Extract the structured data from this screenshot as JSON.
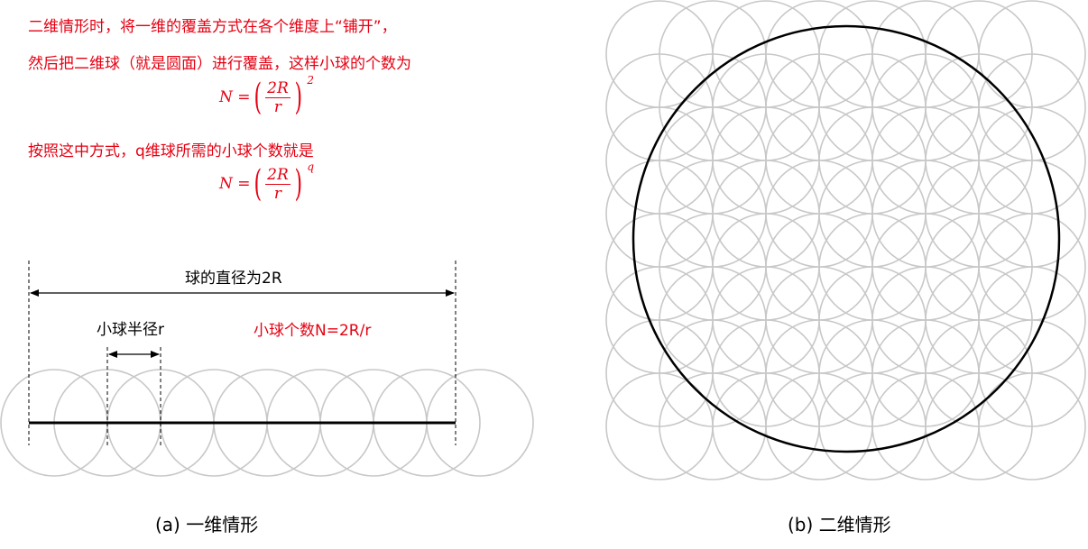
{
  "notes": {
    "line1": "二维情形时，将一维的覆盖方式在各个维度上“铺开”，",
    "line2": "然后把二维球（就是圆面）进行覆盖，这样小球的个数为",
    "formula1": {
      "lhs": "N =",
      "numerator": "2R",
      "denominator": "r",
      "exponent": "2"
    },
    "line3": "按照这中方式，q维球所需的小球个数就是",
    "formula2": {
      "lhs": "N =",
      "numerator": "2R",
      "denominator": "r",
      "exponent": "q"
    }
  },
  "panel_a": {
    "diameter_label": "球的直径为2R",
    "radius_label": "小球半径r",
    "count_label": "小球个数N=2R/r",
    "caption": "(a) 一维情形"
  },
  "panel_b": {
    "caption": "(b) 二维情形"
  },
  "colors": {
    "accent": "#e60012",
    "circle": "#c8c8c8",
    "line": "#000000"
  }
}
